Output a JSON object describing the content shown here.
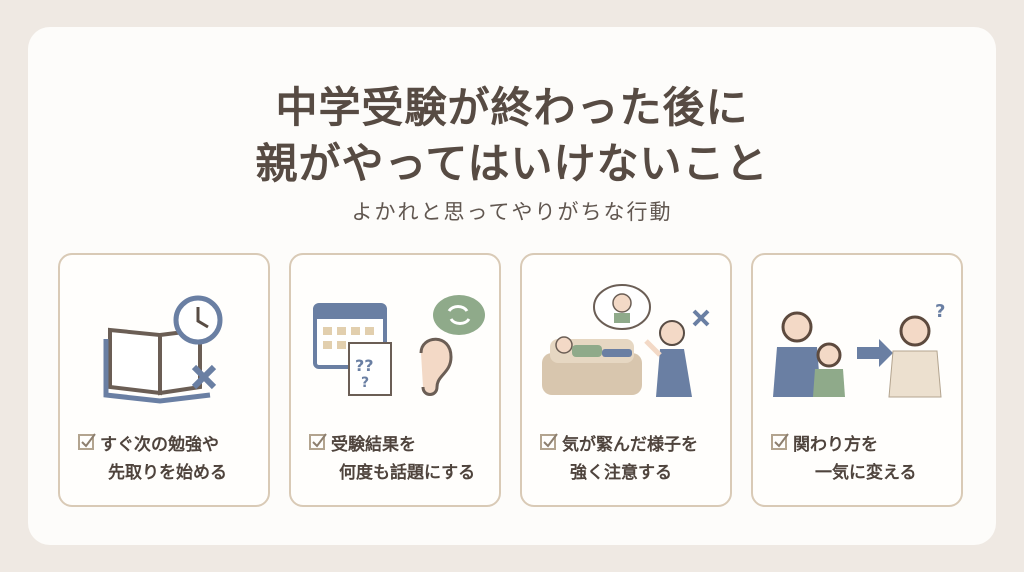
{
  "title": {
    "line1": "中学受験が終わった後に",
    "line2": "親がやってはいけないこと"
  },
  "subtitle": "よかれと思ってやりがちな行動",
  "cards": [
    {
      "line1": "すぐ次の勉強や",
      "line2": "先取りを始める",
      "icon": "book-clock-x"
    },
    {
      "line1": "受験結果を",
      "line2": "何度も話題にする",
      "icon": "calendar-ear-repeat"
    },
    {
      "line1": "気が緊んだ様子を",
      "line2": "強く注意する",
      "icon": "parent-scolding-child"
    },
    {
      "line1": "関わり方を",
      "line2": "一気に変える",
      "icon": "parent-child-change"
    }
  ],
  "colors": {
    "background": "#efe9e3",
    "card_border": "#d9cab6",
    "text": "#574b43",
    "accent_blue": "#6a7fa3",
    "accent_green": "#8faa8a"
  }
}
